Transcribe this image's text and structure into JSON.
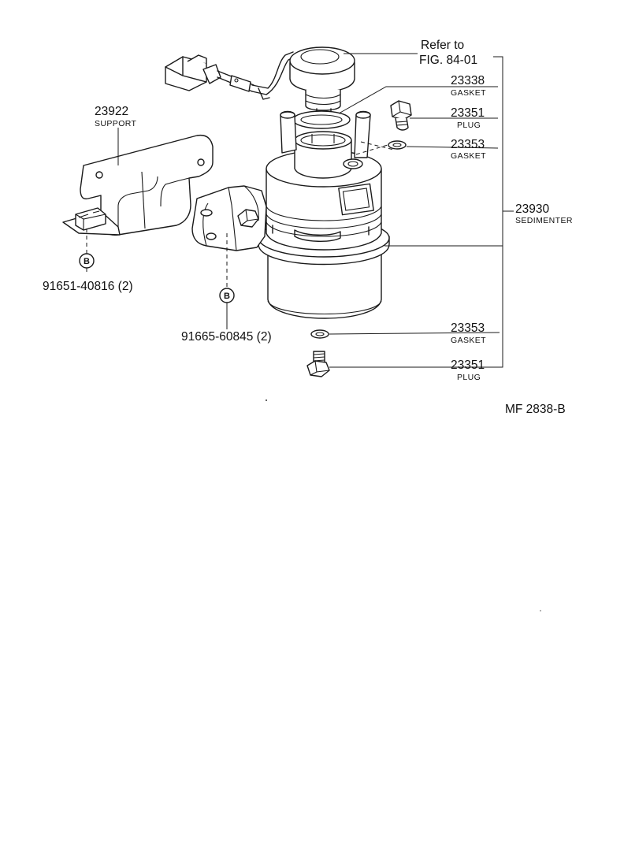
{
  "reference": {
    "line1": "Refer to",
    "line2": "FIG. 84-01"
  },
  "parts": {
    "gasket_23338": {
      "number": "23338",
      "name": "GASKET"
    },
    "plug_top": {
      "number": "23351",
      "name": "PLUG"
    },
    "gasket_top": {
      "number": "23353",
      "name": "GASKET"
    },
    "sedimenter": {
      "number": "23930",
      "name": "SEDIMENTER"
    },
    "gasket_bottom": {
      "number": "23353",
      "name": "GASKET"
    },
    "plug_bottom": {
      "number": "23351",
      "name": "PLUG"
    },
    "support": {
      "number": "23922",
      "name": "SUPPORT"
    }
  },
  "bolts": {
    "bolt_left": {
      "marker": "B",
      "part": "91651-40816 (2)"
    },
    "bolt_right": {
      "marker": "B",
      "part": "91665-60845 (2)"
    }
  },
  "figure_code": "MF 2838-B"
}
